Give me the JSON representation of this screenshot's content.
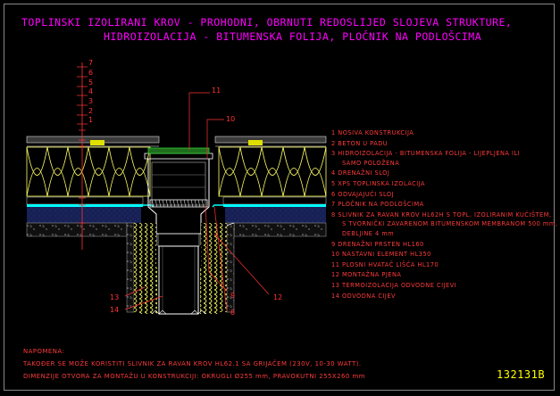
{
  "title": {
    "line1": "TOPLINSKI IZOLIRANI KROV - PROHODNI, OBRNUTI REDOSLIJED SLOJEVA STRUKTURE,",
    "line2": "HIDROIZOLACIJA - BITUMENSKA FOLIJA, PLOČNIK NA PODLOŠCIMA"
  },
  "legend": [
    {
      "num": "1",
      "lines": [
        "NOSIVA KONSTRUKCIJA"
      ]
    },
    {
      "num": "2",
      "lines": [
        "BETON U PADU"
      ]
    },
    {
      "num": "3",
      "lines": [
        "HIDROIZOLACIJA - BITUMENSKA FOLIJA - LIJEPLJENA ILI",
        "SAMO POLOŽENA"
      ]
    },
    {
      "num": "4",
      "lines": [
        "DRENAŽNI SLOJ"
      ]
    },
    {
      "num": "5",
      "lines": [
        "XPS TOPLINSKA IZOLACIJA"
      ]
    },
    {
      "num": "6",
      "lines": [
        "ODVAJAJUĆI SLOJ"
      ]
    },
    {
      "num": "7",
      "lines": [
        "PLOČNIK NA PODLOŠCIMA"
      ]
    },
    {
      "num": "8",
      "lines": [
        "SLIVNIK ZA RAVAN KROV HL62H S TOPL. IZOLIRANIM KUĆIŠTEM,",
        "S TVORNIČKI ZAVARENOM BITUMENSKOM MEMBRANOM 500 mm,",
        "DEBLJINE 4 mm"
      ]
    },
    {
      "num": "9",
      "lines": [
        "DRENAŽNI PRSTEN HL160"
      ]
    },
    {
      "num": "10",
      "lines": [
        "NASTAVNI ELEMENT HL350"
      ]
    },
    {
      "num": "11",
      "lines": [
        "PLOSNI HVATAČ LIŠĆA HL170"
      ]
    },
    {
      "num": "12",
      "lines": [
        "MONTAŽNA PJENA"
      ]
    },
    {
      "num": "13",
      "lines": [
        "TERMOIZOLACIJA ODVODNE CIJEVI"
      ]
    },
    {
      "num": "14",
      "lines": [
        "ODVODNA CIJEV"
      ]
    }
  ],
  "scale_numbers": [
    "7",
    "6",
    "5",
    "4",
    "3",
    "2",
    "1"
  ],
  "callouts": {
    "c11": "11",
    "c10": "10",
    "c9": "9",
    "c12": "12",
    "c8": "8",
    "c13": "13",
    "c14": "14"
  },
  "note": {
    "heading": "NAPOMENA:",
    "line1": "TAKOĐER SE MOŽE KORISTITI SLIVNIK ZA RAVAN KROV HL62.1 SA GRIJAČEM (230V, 10-30 WATT).",
    "line2": "DIMENZIJE OTVORA ZA MONTAŽU U KONSTRUKCIJI: OKRUGLI Ø255 mm, PRAVOKUTNI 255X260 mm"
  },
  "drawing_code": "132131B",
  "colors": {
    "title": "#ff00ff",
    "legend_text": "#ff3b3b",
    "code": "#ffff00",
    "insulation": "#ffff66",
    "membrane": "#00ffff",
    "drainage": "#2b3a96",
    "leader": "#ff3333",
    "scale": "#ff3333"
  }
}
